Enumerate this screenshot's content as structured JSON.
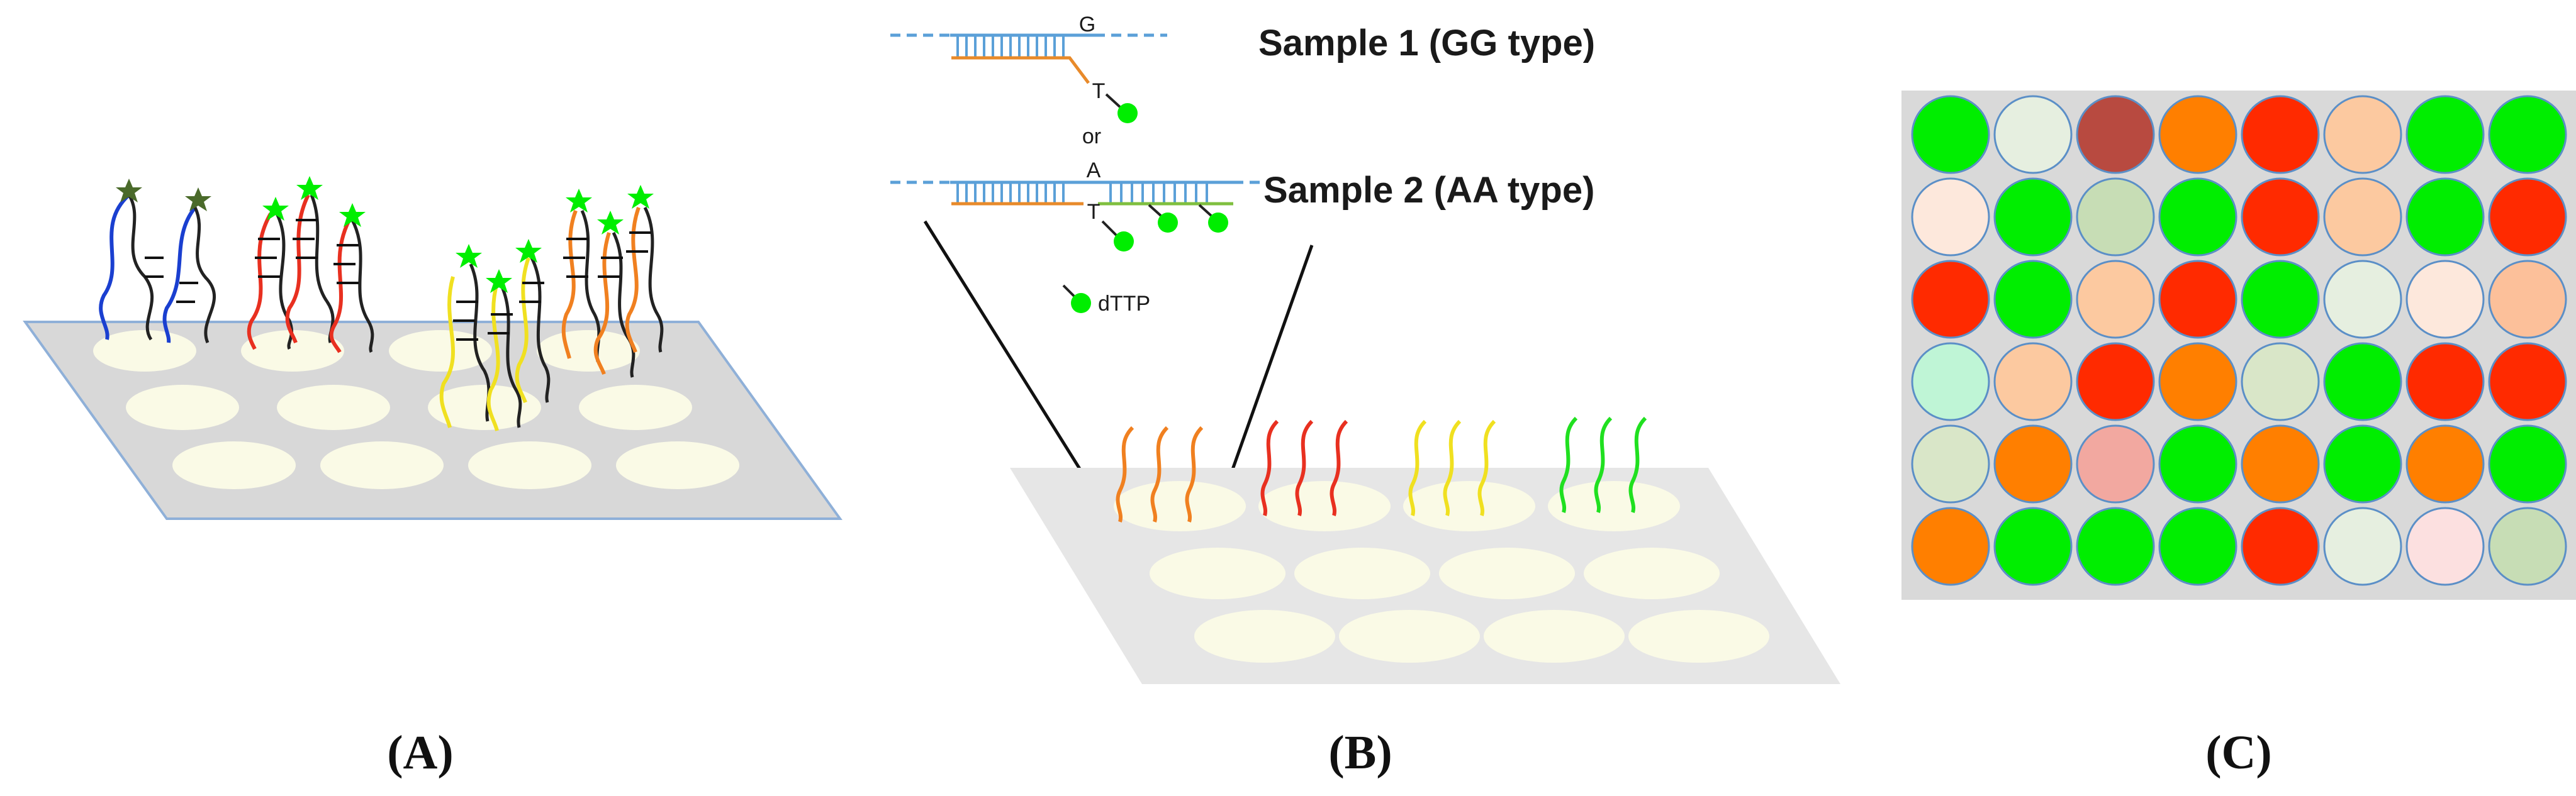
{
  "panels": {
    "a": {
      "label": "(A)"
    },
    "b": {
      "label": "(B)",
      "sample1_label": "Sample 1 (GG type)",
      "sample2_label": "Sample 2 (AA type)",
      "or_text": "or",
      "base_g": "G",
      "base_t_top": "T",
      "base_a": "A",
      "base_t_bottom": "T",
      "nucleotide_label": "dTTP"
    },
    "c": {
      "label": "(C)",
      "rows": 6,
      "cols": 8,
      "well_colors": [
        [
          "#00ee00",
          "#e6efe0",
          "#b84a40",
          "#ff7f00",
          "#ff2a00",
          "#fcc9a0",
          "#00ee00",
          "#00ee00"
        ],
        [
          "#fde8dc",
          "#00ee00",
          "#c7ddb5",
          "#00ee00",
          "#ff2a00",
          "#fcc9a0",
          "#00ee00",
          "#ff2a00"
        ],
        [
          "#ff2a00",
          "#00ee00",
          "#fcc9a0",
          "#ff2a00",
          "#00ee00",
          "#e6efe0",
          "#fde8dc",
          "#fcc09a"
        ],
        [
          "#bff5d6",
          "#fcc9a0",
          "#ff2a00",
          "#ff7f00",
          "#d9e6c8",
          "#00ee00",
          "#ff2a00",
          "#ff2a00"
        ],
        [
          "#d9e6c8",
          "#ff7f00",
          "#f2a8a0",
          "#00ee00",
          "#ff7f00",
          "#00ee00",
          "#ff7f00",
          "#00ee00"
        ],
        [
          "#ff7f00",
          "#00ee00",
          "#00ee00",
          "#00ee00",
          "#ff2a00",
          "#e6efe0",
          "#fce0e0",
          "#c7ddb5"
        ]
      ]
    }
  },
  "colors": {
    "slide": "#d8d8d8",
    "slide_edge": "#8fb0d8",
    "spot": "#fafae6",
    "probe_green": "#00ee00",
    "probe_dark": "#4a6a2a",
    "template_blue": "#5ba0d8",
    "primer_orange": "#e88a2a",
    "strand_orange": "#f08020",
    "strand_red": "#e83020",
    "strand_yellow": "#f0e020",
    "strand_green": "#20e020"
  }
}
